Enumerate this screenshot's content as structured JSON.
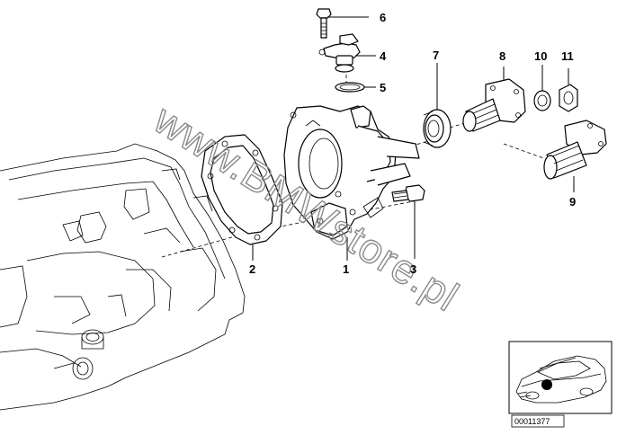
{
  "diagram": {
    "watermark": "www.BMWstore.pl",
    "reference_code": "00011377",
    "callouts": [
      {
        "id": "1",
        "label": "1"
      },
      {
        "id": "2",
        "label": "2"
      },
      {
        "id": "3",
        "label": "3"
      },
      {
        "id": "4",
        "label": "4"
      },
      {
        "id": "5",
        "label": "5"
      },
      {
        "id": "6",
        "label": "6"
      },
      {
        "id": "7",
        "label": "7"
      },
      {
        "id": "8",
        "label": "8"
      },
      {
        "id": "9",
        "label": "9"
      },
      {
        "id": "10",
        "label": "10"
      },
      {
        "id": "11",
        "label": "11"
      }
    ]
  }
}
